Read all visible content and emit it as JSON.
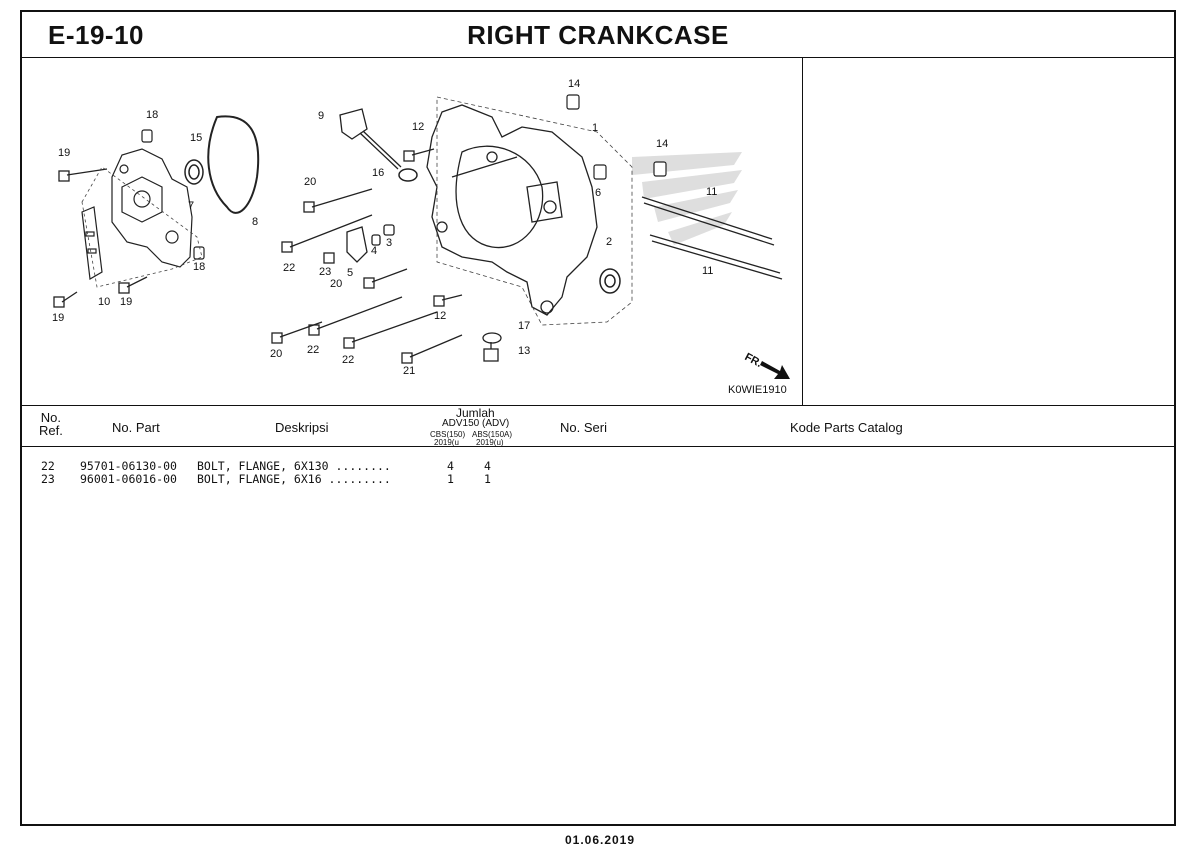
{
  "header": {
    "code": "E-19-10",
    "title": "RIGHT CRANKCASE"
  },
  "diagram": {
    "ref_code": "K0WIE1910",
    "direction_label": "FR.",
    "callouts": [
      "14",
      "1",
      "18",
      "15",
      "9",
      "12",
      "14",
      "19",
      "16",
      "6",
      "11",
      "20",
      "7",
      "8",
      "2",
      "3",
      "4",
      "22",
      "23",
      "5",
      "11",
      "18",
      "20",
      "10",
      "19",
      "19",
      "12",
      "17",
      "20",
      "22",
      "22",
      "13",
      "21"
    ]
  },
  "columns": {
    "no_ref": "No.\nRef.",
    "no_part": "No. Part",
    "deskripsi": "Deskripsi",
    "jumlah": "Jumlah",
    "model": "ADV150 (ADV)",
    "variant_a": "CBS(150)",
    "variant_a_year": "2019(u",
    "variant_b": "ABS(150A)",
    "variant_b_year": "2019(u)",
    "no_seri": "No. Seri",
    "kode": "Kode Parts Catalog"
  },
  "parts": [
    {
      "ref": "22",
      "part": "95701-06130-00",
      "desc": "BOLT, FLANGE, 6X130 ........",
      "qty_a": "4",
      "qty_b": "4"
    },
    {
      "ref": "23",
      "part": "96001-06016-00",
      "desc": "BOLT, FLANGE, 6X16 .........",
      "qty_a": "1",
      "qty_b": "1"
    }
  ],
  "footer": {
    "date": "01.06.2019"
  }
}
